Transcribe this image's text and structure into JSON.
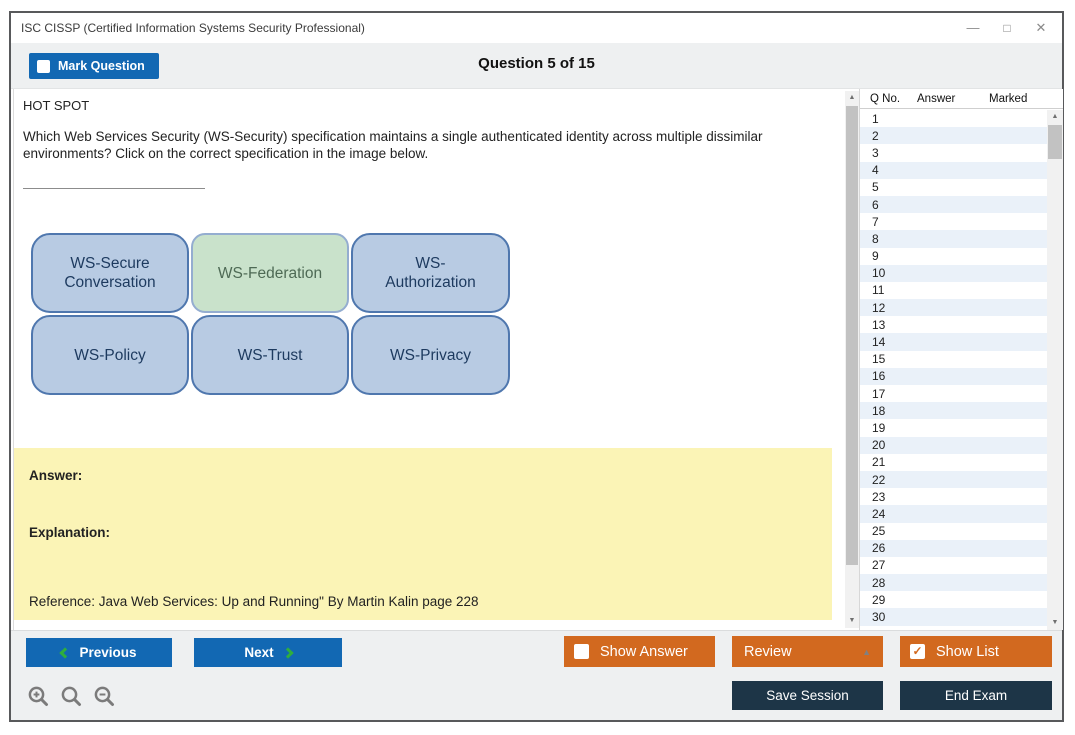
{
  "window": {
    "title": "ISC CISSP (Certified Information Systems Security Professional)"
  },
  "icons": {
    "minimize": "—",
    "maximize": "□",
    "close": "✕",
    "dropdown_up": "▲",
    "check": "✓",
    "scroll_up": "▲",
    "scroll_down": "▼"
  },
  "header": {
    "mark_question_label": "Mark Question",
    "question_counter": "Question 5 of 15"
  },
  "question": {
    "type_label": "HOT SPOT",
    "text": "Which Web Services Security (WS-Security) specification maintains a single authenticated identity across multiple dissimilar environments? Click on the correct specification in the image below."
  },
  "diagram": {
    "boxes": [
      {
        "label": "WS-Secure Conversation",
        "highlighted": false
      },
      {
        "label": "WS-Federation",
        "highlighted": true
      },
      {
        "label": "WS-Authorization",
        "highlighted": false
      },
      {
        "label": "WS-Policy",
        "highlighted": false
      },
      {
        "label": "WS-Trust",
        "highlighted": false
      },
      {
        "label": "WS-Privacy",
        "highlighted": false
      }
    ]
  },
  "answer_panel": {
    "answer_label": "Answer:",
    "explanation_label": "Explanation:",
    "reference_text": "Reference: Java Web Services: Up and Running\" By Martin Kalin page 228"
  },
  "question_list": {
    "headers": [
      "Q No.",
      "Answer",
      "Marked"
    ],
    "q_numbers": [
      "1",
      "2",
      "3",
      "4",
      "5",
      "6",
      "7",
      "8",
      "9",
      "10",
      "11",
      "12",
      "13",
      "14",
      "15",
      "16",
      "17",
      "18",
      "19",
      "20",
      "21",
      "22",
      "23",
      "24",
      "25",
      "26",
      "27",
      "28",
      "29",
      "30"
    ]
  },
  "footer": {
    "previous_label": "Previous",
    "next_label": "Next",
    "show_answer_label": "Show Answer",
    "review_label": "Review",
    "show_list_label": "Show List",
    "save_session_label": "Save Session",
    "end_exam_label": "End Exam"
  },
  "colors": {
    "accent_blue": "#1268b3",
    "accent_orange": "#d2691f",
    "dark_navy": "#1d3547",
    "box_blue_fill": "#b8cbe3",
    "box_blue_border": "#4f77ae",
    "highlight_green_fill": "#c9e2cb",
    "highlight_green_border": "#94add0",
    "answer_panel_yellow": "#fbf4b6",
    "chevron_green": "#2fae3e",
    "list_alt_row": "#eaf1f9"
  }
}
